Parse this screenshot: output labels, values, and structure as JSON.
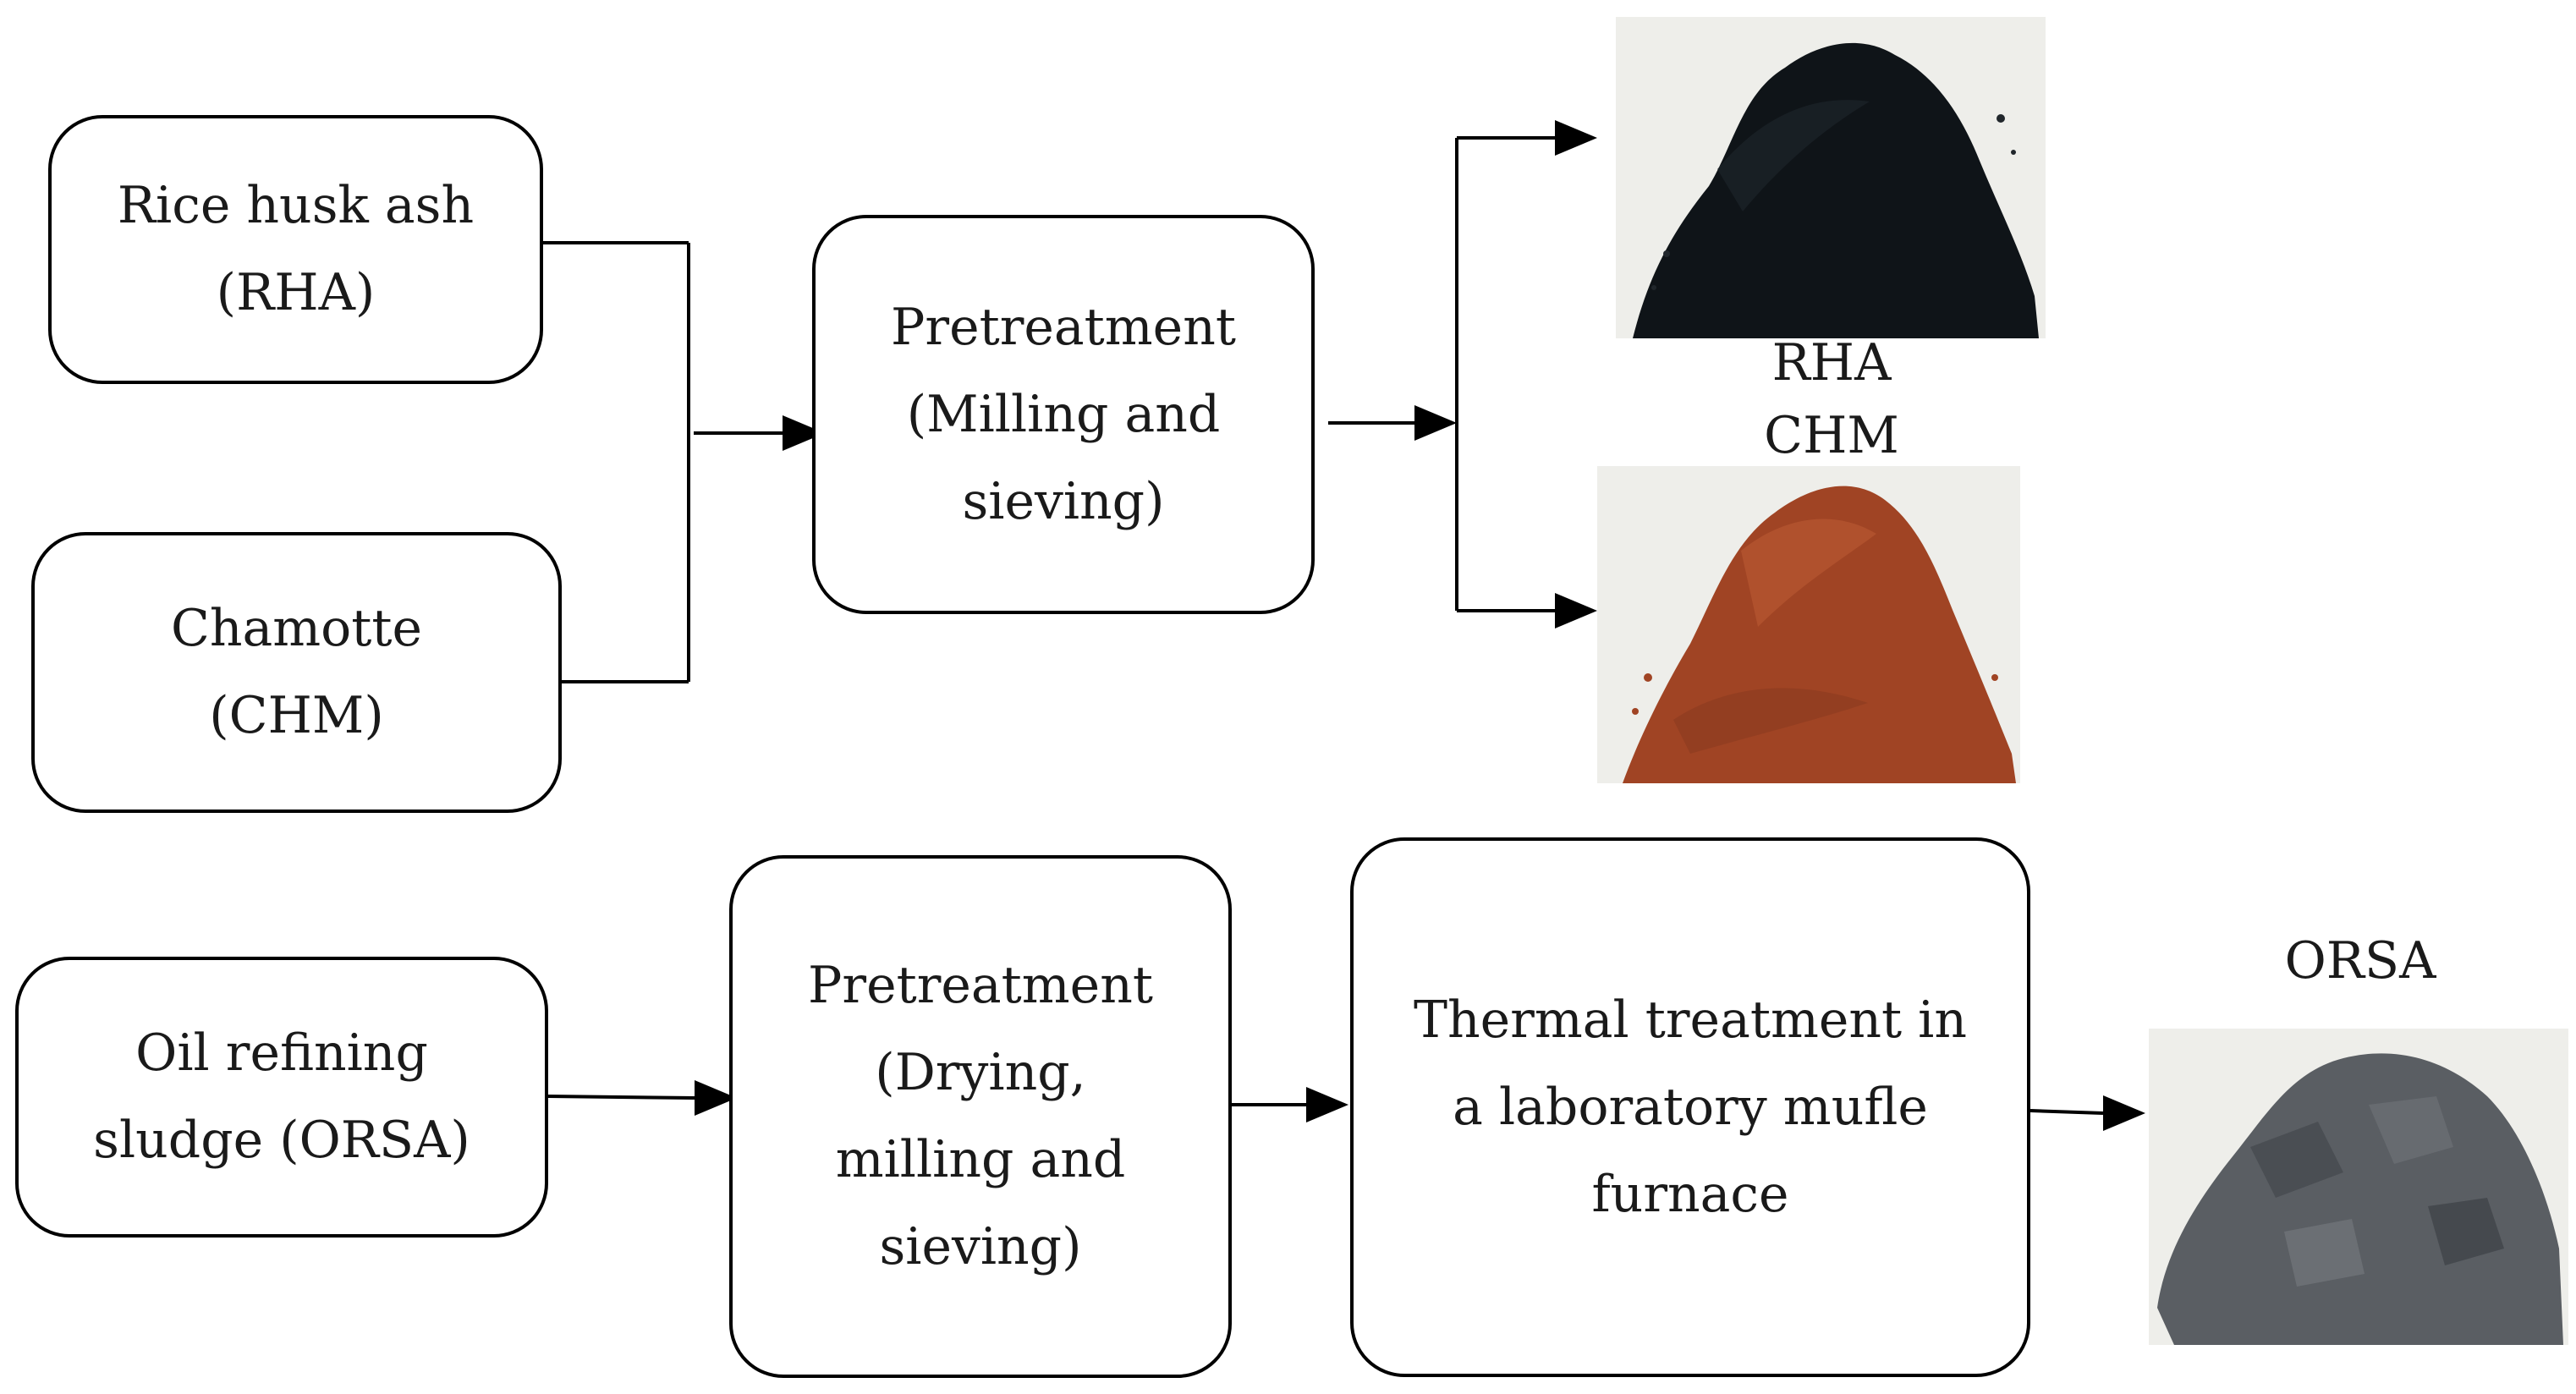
{
  "boxes": {
    "rha": [
      "Rice husk ash",
      "(RHA)"
    ],
    "chm": [
      "Chamotte",
      "(CHM)"
    ],
    "pretreat1": [
      "Pretreatment",
      "(Milling and",
      "sieving)"
    ],
    "orsa_src": [
      "Oil refining",
      "sludge (ORSA)"
    ],
    "pretreat2": [
      "Pretreatment",
      "(Drying,",
      "milling and",
      "sieving)"
    ],
    "thermal": [
      "Thermal treatment in",
      "a laboratory mufle",
      "furnace"
    ]
  },
  "products": {
    "rha_label": "RHA",
    "chm_label": "CHM",
    "orsa_label": "ORSA"
  },
  "colors": {
    "rha_powder": "#0f1418",
    "chm_powder": "#a04424",
    "orsa_powder": "#5a5e63",
    "photo_background": "#eeeeea"
  }
}
